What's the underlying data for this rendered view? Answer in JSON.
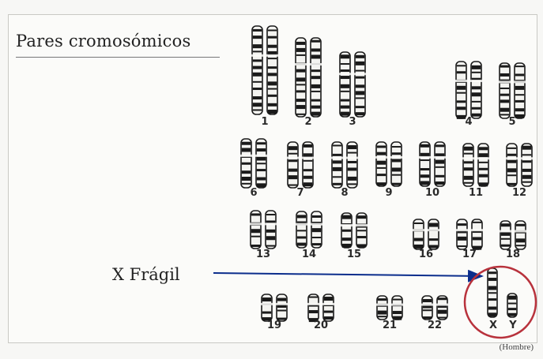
{
  "title": "Pares cromosómicos",
  "callout_label": "X Frágil",
  "footnote": "(Hombre)",
  "colors": {
    "arrow": "#0b2d8c",
    "circle": "#b8323c",
    "band": "#1a1a1a",
    "chromatid": "#f4f4f1"
  },
  "chromosome_labels": [
    "1",
    "2",
    "3",
    "4",
    "5",
    "6",
    "7",
    "8",
    "9",
    "10",
    "11",
    "12",
    "13",
    "14",
    "15",
    "16",
    "17",
    "18",
    "19",
    "20",
    "21",
    "22",
    "X",
    "Y"
  ]
}
